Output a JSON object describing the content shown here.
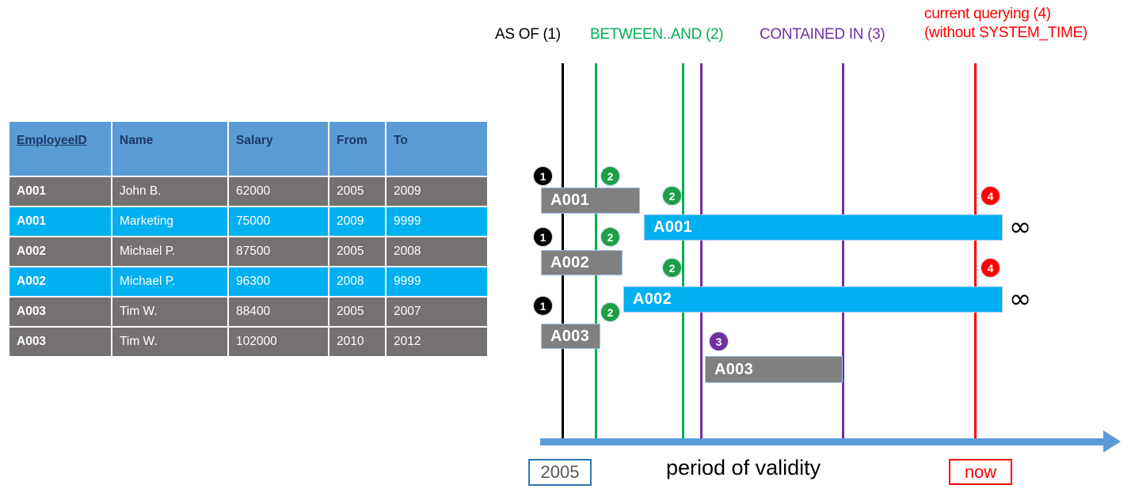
{
  "table": {
    "columns": [
      "EmployeeID",
      "Name",
      "Salary",
      "From",
      "To"
    ],
    "rows": [
      {
        "style": "gray",
        "EmployeeID": "A001",
        "Name": "John  B.",
        "Salary": "62000",
        "From": "2005",
        "To": "2009"
      },
      {
        "style": "cyan",
        "EmployeeID": "A001",
        "Name": "Marketing",
        "Salary": "75000",
        "From": "2009",
        "To": "9999"
      },
      {
        "style": "gray",
        "EmployeeID": "A002",
        "Name": "Michael P.",
        "Salary": "87500",
        "From": "2005",
        "To": "2008"
      },
      {
        "style": "cyan",
        "EmployeeID": "A002",
        "Name": "Michael P.",
        "Salary": "96300",
        "From": "2008",
        "To": "9999"
      },
      {
        "style": "gray",
        "EmployeeID": "A003",
        "Name": "Tim W.",
        "Salary": "88400",
        "From": "2005",
        "To": "2007"
      },
      {
        "style": "gray",
        "EmployeeID": "A003",
        "Name": "Tim W.",
        "Salary": "102000",
        "From": "2010",
        "To": "2012"
      }
    ]
  },
  "diagram": {
    "headers": [
      {
        "text": "AS OF (1)",
        "color": "#000000"
      },
      {
        "text": "BETWEEN..AND (2)",
        "color": "#00B050"
      },
      {
        "text": "CONTAINED IN (3)",
        "color": "#7030A0"
      },
      {
        "text": "current querying (4)",
        "color": "#FF0000"
      },
      {
        "text": "(without SYSTEM_TIME)",
        "color": "#FF0000"
      }
    ],
    "bars": [
      {
        "label": "A001",
        "style": "gray"
      },
      {
        "label": "A001",
        "style": "cyan"
      },
      {
        "label": "A002",
        "style": "gray"
      },
      {
        "label": "A002",
        "style": "cyan"
      },
      {
        "label": "A003",
        "style": "gray"
      },
      {
        "label": "A003",
        "style": "gray"
      }
    ],
    "badges": [
      {
        "num": "1",
        "color": "#000000"
      },
      {
        "num": "2",
        "color": "#1E9E4A"
      },
      {
        "num": "2",
        "color": "#1E9E4A"
      },
      {
        "num": "4",
        "color": "#FF0000"
      },
      {
        "num": "1",
        "color": "#000000"
      },
      {
        "num": "2",
        "color": "#1E9E4A"
      },
      {
        "num": "2",
        "color": "#1E9E4A"
      },
      {
        "num": "4",
        "color": "#FF0000"
      },
      {
        "num": "1",
        "color": "#000000"
      },
      {
        "num": "2",
        "color": "#1E9E4A"
      },
      {
        "num": "3",
        "color": "#7030A0"
      }
    ],
    "infinity_symbols": [
      "∞",
      "∞"
    ],
    "axis_label": "period of validity",
    "start_tag": "2005",
    "now_tag": "now",
    "lines": [
      {
        "name": "as-of-line",
        "color": "#000000"
      },
      {
        "name": "between-start-line",
        "color": "#00B050"
      },
      {
        "name": "between-end-line",
        "color": "#00B050"
      },
      {
        "name": "contained-start-line",
        "color": "#7030A0"
      },
      {
        "name": "contained-end-line",
        "color": "#7030A0"
      },
      {
        "name": "now-line",
        "color": "#FF0000"
      }
    ]
  },
  "colors": {
    "header_blue": "#5B9BD5",
    "row_gray": "#767171",
    "row_cyan": "#00B0F0",
    "green": "#00B050",
    "purple": "#7030A0",
    "red": "#FF0000",
    "axis_blue": "#5B9BD5"
  }
}
